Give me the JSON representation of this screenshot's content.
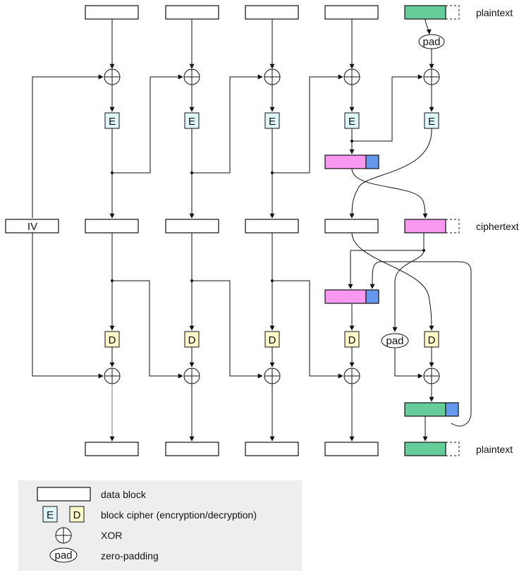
{
  "labels": {
    "plaintext_top": "plaintext",
    "ciphertext": "ciphertext",
    "plaintext_bottom": "plaintext",
    "iv": "IV",
    "encrypt": "E",
    "decrypt": "D",
    "pad": "pad"
  },
  "legend": {
    "data_block": "data block",
    "block_cipher": "block cipher (encryption/decryption)",
    "xor": "XOR",
    "zero_padding": "zero-padding",
    "e_sample": "E",
    "d_sample": "D",
    "pad_sample": "pad"
  },
  "colors": {
    "encrypt_fill": "#dff7f9",
    "decrypt_fill": "#fdf8c8",
    "plain_partial": "#66cc99",
    "cipher_partial": "#f898f0",
    "stolen_tail": "#6699ee",
    "legend_bg": "#eeeeee"
  }
}
